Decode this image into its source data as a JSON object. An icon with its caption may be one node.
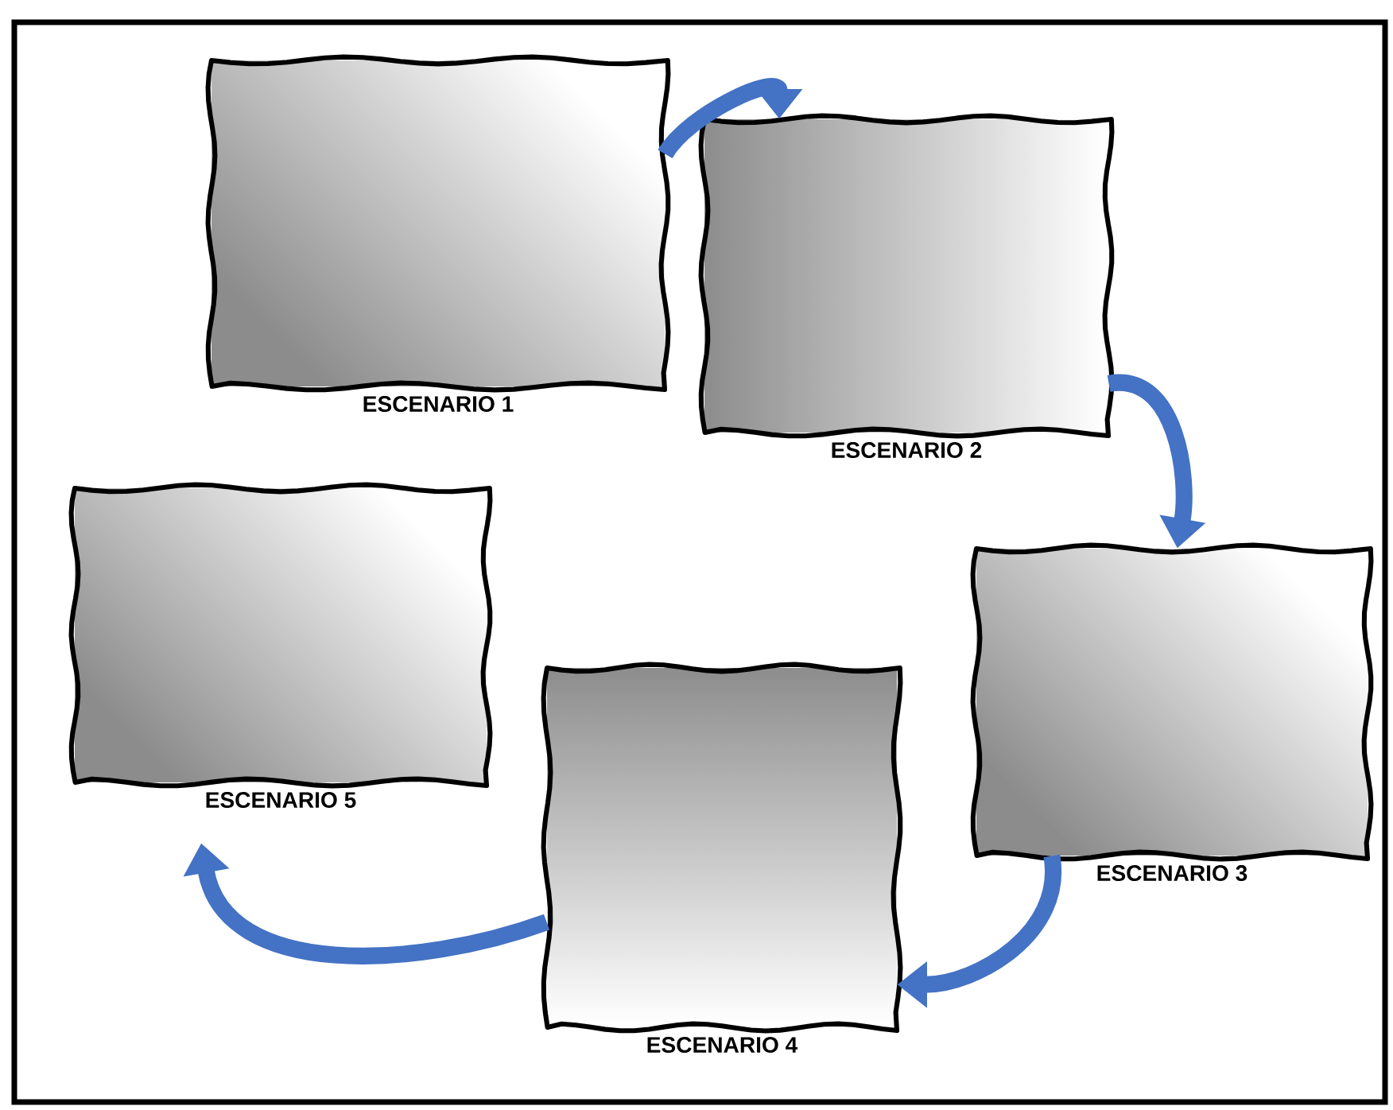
{
  "diagram": {
    "nodes": [
      {
        "text": [
          "ESCENARIO 1"
        ]
      },
      {
        "text": [
          "ESCENARIO 2"
        ]
      },
      {
        "text": [
          "ESCENARIO 3"
        ]
      },
      {
        "text": [
          "ESCENARIO 4"
        ]
      },
      {
        "text": [
          "ESCENARIO 5"
        ]
      }
    ],
    "edges": [
      {
        "from": 0,
        "to": 1,
        "arrow": "to"
      },
      {
        "from": 1,
        "to": 2,
        "arrow": "to"
      },
      {
        "from": 2,
        "to": 3,
        "arrow": "to"
      },
      {
        "from": 3,
        "to": 4,
        "arrow": "to"
      }
    ]
  }
}
